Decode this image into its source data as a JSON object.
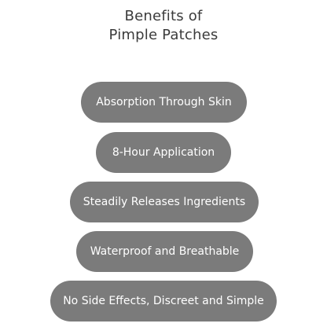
{
  "title": {
    "line1": "Benefits of",
    "line2": "Pimple Patches"
  },
  "colors": {
    "pill_background": "#7b7b7b",
    "pill_text": "#ffffff",
    "title_text": "#3b3b3b",
    "page_background": "#ffffff"
  },
  "benefits": [
    "Absorption Through Skin",
    "8-Hour Application",
    "Steadily Releases Ingredients",
    "Waterproof and Breathable",
    "No Side Effects, Discreet and Simple"
  ]
}
